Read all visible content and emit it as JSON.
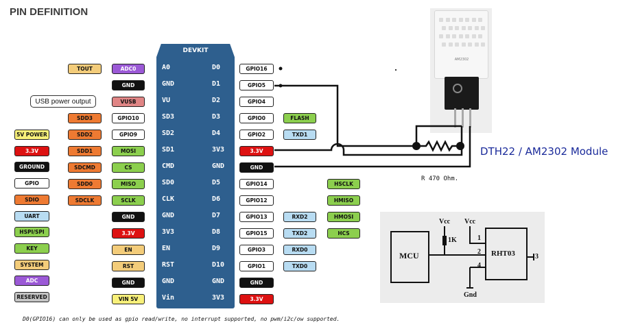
{
  "title": "PIN DEFINITION",
  "board": {
    "title": "DEVKIT"
  },
  "colors": {
    "purple": "#9b59d6",
    "white": "#ffffff",
    "black": "#111111",
    "red": "#dd1111",
    "orange": "#ee7a32",
    "green": "#8ccf4e",
    "tan": "#f3cc7a",
    "yellow": "#f8f07a",
    "pink": "#e08585",
    "lightblue": "#b8dcf2",
    "lightgray": "#c4c4c4",
    "board": "#2e5f8e",
    "module_label": "#1a2a9a"
  },
  "legend": [
    {
      "label": "5V POWER",
      "color": "yellow"
    },
    {
      "label": "3.3V",
      "color": "red"
    },
    {
      "label": "GROUND",
      "color": "black"
    },
    {
      "label": "GPIO",
      "color": "white"
    },
    {
      "label": "SDIO",
      "color": "orange"
    },
    {
      "label": "UART",
      "color": "lightblue"
    },
    {
      "label": "HSPI/SPI",
      "color": "green"
    },
    {
      "label": "KEY",
      "color": "green"
    },
    {
      "label": "SYSTEM",
      "color": "tan"
    },
    {
      "label": "ADC",
      "color": "purple"
    },
    {
      "label": "RESERVED",
      "color": "lightgray"
    }
  ],
  "left_outer": [
    {
      "row": 0,
      "label": "TOUT",
      "color": "tan"
    },
    {
      "row": 3,
      "label": "SDD3",
      "color": "orange"
    },
    {
      "row": 4,
      "label": "SDD2",
      "color": "orange"
    },
    {
      "row": 5,
      "label": "SDD1",
      "color": "orange"
    },
    {
      "row": 6,
      "label": "SDCMD",
      "color": "orange"
    },
    {
      "row": 7,
      "label": "SDD0",
      "color": "orange"
    },
    {
      "row": 8,
      "label": "SDCLK",
      "color": "orange"
    }
  ],
  "usb_label": "USB power output",
  "left_inner": [
    {
      "label": "ADC0",
      "color": "purple"
    },
    {
      "label": "GND",
      "color": "black"
    },
    {
      "label": "VUSB",
      "color": "pink"
    },
    {
      "label": "GPIO10",
      "color": "white"
    },
    {
      "label": "GPIO9",
      "color": "white"
    },
    {
      "label": "MOSI",
      "color": "green"
    },
    {
      "label": "CS",
      "color": "green"
    },
    {
      "label": "MISO",
      "color": "green"
    },
    {
      "label": "SCLK",
      "color": "green"
    },
    {
      "label": "GND",
      "color": "black"
    },
    {
      "label": "3.3V",
      "color": "red"
    },
    {
      "label": "EN",
      "color": "tan"
    },
    {
      "label": "RST",
      "color": "tan"
    },
    {
      "label": "GND",
      "color": "black"
    },
    {
      "label": "VIN 5V",
      "color": "yellow"
    }
  ],
  "board_left_pins": [
    "A0",
    "GND",
    "VU",
    "SD3",
    "SD2",
    "SD1",
    "CMD",
    "SD0",
    "CLK",
    "GND",
    "3V3",
    "EN",
    "RST",
    "GND",
    "Vin"
  ],
  "board_right_pins": [
    "D0",
    "D1",
    "D2",
    "D3",
    "D4",
    "3V3",
    "GND",
    "D5",
    "D6",
    "D7",
    "D8",
    "D9",
    "D10",
    "GND",
    "3V3"
  ],
  "right_inner": [
    {
      "label": "GPIO16",
      "color": "white"
    },
    {
      "label": "GPIO5",
      "color": "white"
    },
    {
      "label": "GPIO4",
      "color": "white"
    },
    {
      "label": "GPIO0",
      "color": "white"
    },
    {
      "label": "GPIO2",
      "color": "white"
    },
    {
      "label": "3.3V",
      "color": "red"
    },
    {
      "label": "GND",
      "color": "black"
    },
    {
      "label": "GPIO14",
      "color": "white"
    },
    {
      "label": "GPIO12",
      "color": "white"
    },
    {
      "label": "GPIO13",
      "color": "white"
    },
    {
      "label": "GPIO15",
      "color": "white"
    },
    {
      "label": "GPIO3",
      "color": "white"
    },
    {
      "label": "GPIO1",
      "color": "white"
    },
    {
      "label": "GND",
      "color": "black"
    },
    {
      "label": "3.3V",
      "color": "red"
    }
  ],
  "right_mid": [
    {
      "row": 3,
      "label": "FLASH",
      "color": "green"
    },
    {
      "row": 4,
      "label": "TXD1",
      "color": "lightblue"
    },
    {
      "row": 9,
      "label": "RXD2",
      "color": "lightblue"
    },
    {
      "row": 10,
      "label": "TXD2",
      "color": "lightblue"
    },
    {
      "row": 11,
      "label": "RXD0",
      "color": "lightblue"
    },
    {
      "row": 12,
      "label": "TXD0",
      "color": "lightblue"
    }
  ],
  "right_outer": [
    {
      "row": 7,
      "label": "HSCLK",
      "color": "green"
    },
    {
      "row": 8,
      "label": "HMISO",
      "color": "green"
    },
    {
      "row": 9,
      "label": "HMOSI",
      "color": "green"
    },
    {
      "row": 10,
      "label": "HCS",
      "color": "green"
    }
  ],
  "sensor_text": "AM2302",
  "module_label": "DTH22 / AM2302 Module",
  "resistor_label": "R 470 Ohm.",
  "schematic": {
    "mcu": "MCU",
    "vcc1": "Vcc",
    "vcc2": "Vcc",
    "res": "1K",
    "chip": "RHT03",
    "pin1": "1",
    "pin2": "2",
    "pin3": "3",
    "pin4": "4",
    "gnd": "Gnd"
  },
  "footnote": "D0(GPIO16) can only be used as gpio read/write, no interrupt supported, no pwm/i2c/ow supported."
}
